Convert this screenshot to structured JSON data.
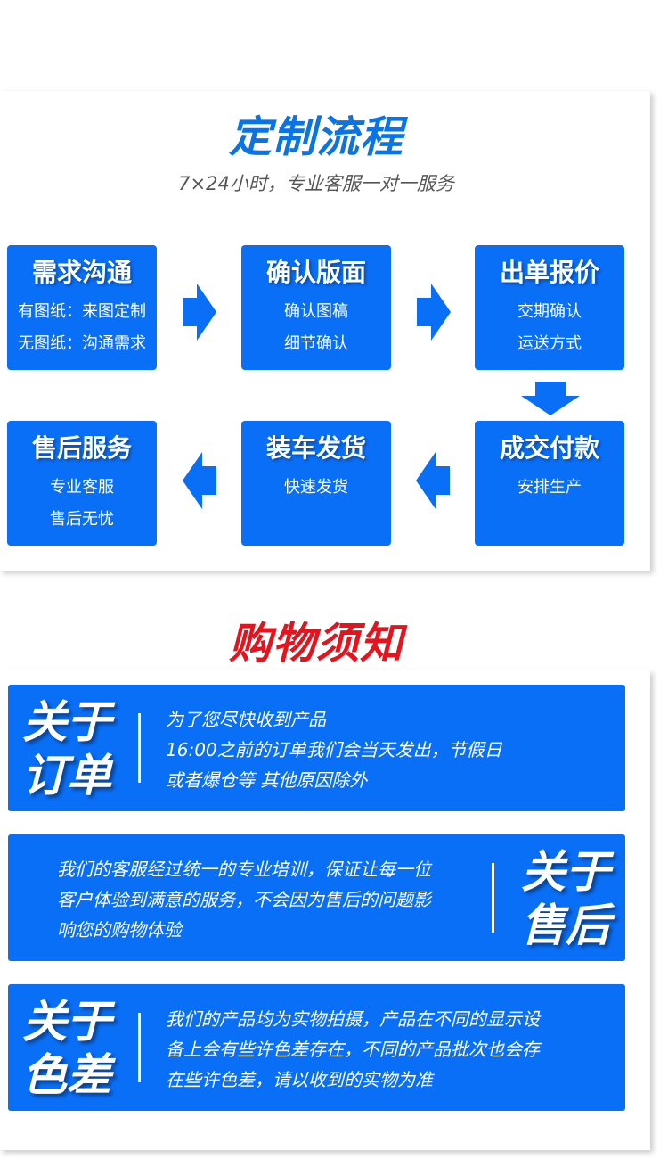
{
  "process": {
    "title": "定制流程",
    "subtitle": "7×24小时，专业客服一对一服务",
    "steps": [
      {
        "title": "需求沟通",
        "lines": [
          "有图纸：来图定制",
          "无图纸：沟通需求"
        ]
      },
      {
        "title": "确认版面",
        "lines": [
          "确认图稿",
          "细节确认"
        ]
      },
      {
        "title": "出单报价",
        "lines": [
          "交期确认",
          "运送方式"
        ]
      },
      {
        "title": "成交付款",
        "lines": [
          "安排生产"
        ]
      },
      {
        "title": "装车发货",
        "lines": [
          "快速发货"
        ]
      },
      {
        "title": "售后服务",
        "lines": [
          "专业客服",
          "售后无忧"
        ]
      }
    ]
  },
  "notice": {
    "title": "购物须知",
    "items": [
      {
        "heading": [
          "关于",
          "订单"
        ],
        "lines": [
          "为了您尽快收到产品",
          "16:00之前的订单我们会当天发出，节假日",
          "或者爆仓等 其他原因除外"
        ]
      },
      {
        "heading": [
          "关于",
          "售后"
        ],
        "lines": [
          "我们的客服经过统一的专业培训，保证让每一位",
          "客户体验到满意的服务，不会因为售后的问题影",
          "响您的购物体验"
        ]
      },
      {
        "heading": [
          "关于",
          "色差"
        ],
        "lines": [
          "我们的产品均为实物拍摄，产品在不同的显示设",
          "备上会有些许色差存在，不同的产品批次也会存",
          "在些许色差，请以收到的实物为准"
        ]
      }
    ]
  },
  "colors": {
    "accent_blue": "#0a6ff7",
    "title_blue": "#0a74e4",
    "title_red": "#e8121c"
  }
}
